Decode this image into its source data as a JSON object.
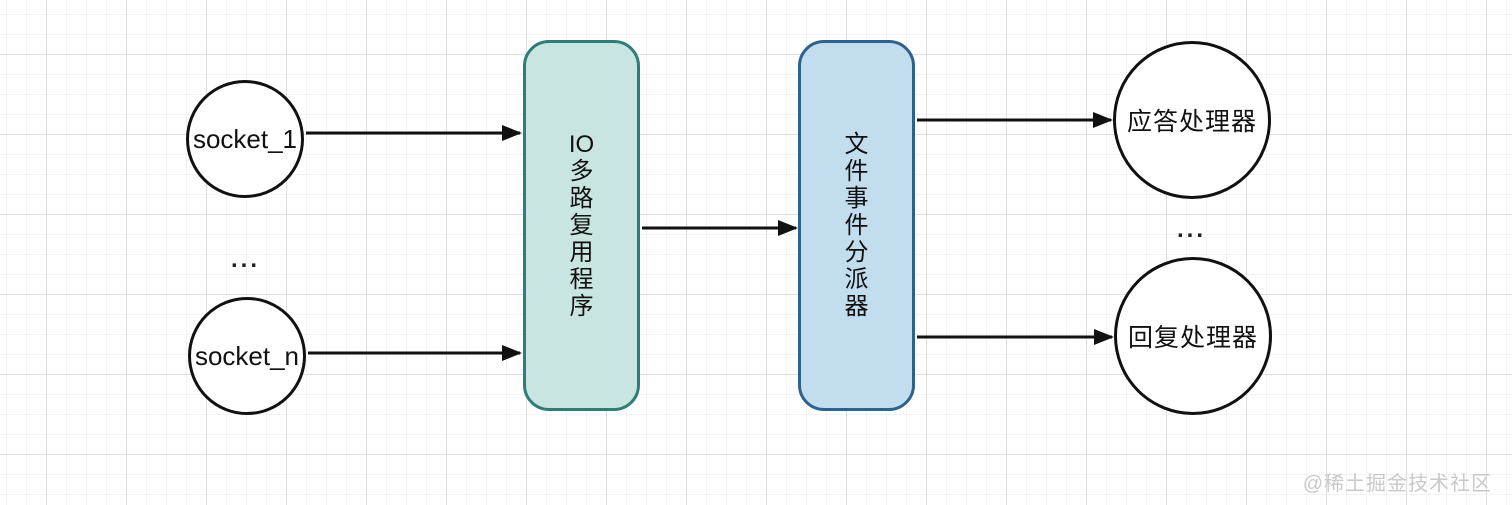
{
  "diagram": {
    "title_hint": "IO multiplexing event model",
    "nodes": {
      "socket_1": {
        "label": "socket_1"
      },
      "socket_n": {
        "label": "socket_n"
      },
      "io_multiplexer": {
        "label": "IO\n多\n路\n复\n用\n程\n序"
      },
      "file_event_dispatcher": {
        "label": "文\n件\n事\n件\n分\n派\n器"
      },
      "answer_processor": {
        "label": "应答处理器"
      },
      "reply_processor": {
        "label": "回复处理器"
      }
    },
    "ellipsis_left": "...",
    "ellipsis_right": "...",
    "colors": {
      "multiplexer_fill": "#c8e5e1",
      "multiplexer_border": "#2e7d76",
      "dispatcher_fill": "#c2ddee",
      "dispatcher_border": "#2d628f",
      "node_border": "#111111",
      "arrow": "#111111",
      "grid_major": "#dedede",
      "grid_minor": "#f3f3f3"
    }
  },
  "watermark": "@稀土掘金技术社区"
}
